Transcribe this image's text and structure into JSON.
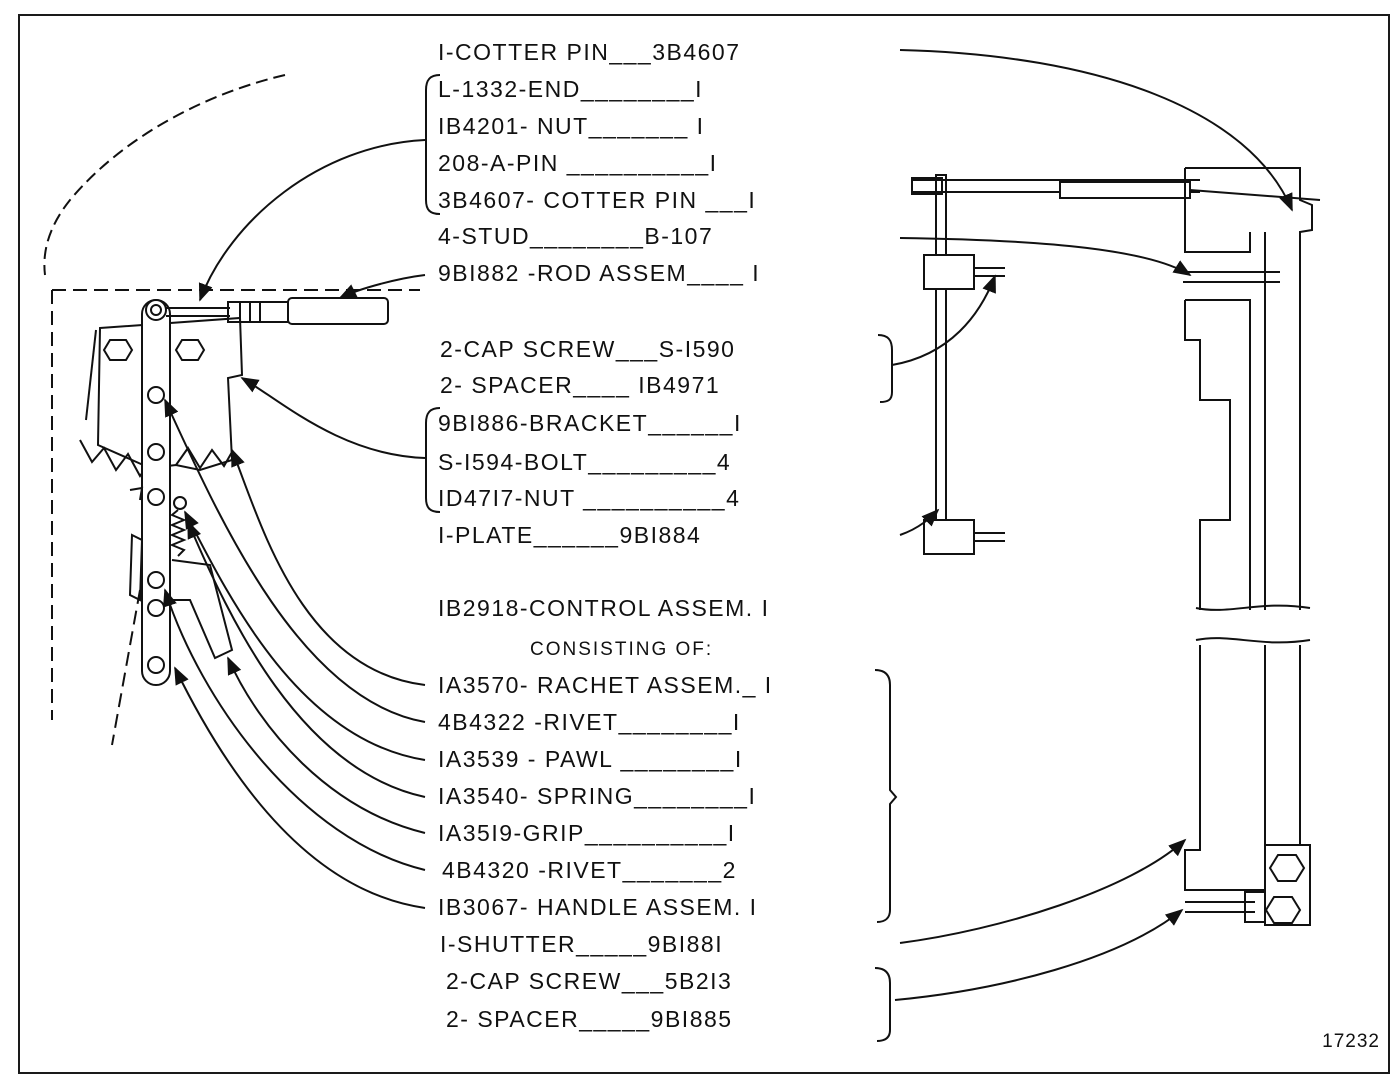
{
  "labels": {
    "cotter_pin_top": "I-COTTER PIN___3B4607",
    "end": "L-1332-END________I",
    "nut_1b4201": "IB4201- NUT_______ I",
    "pin_208a": "208-A-PIN __________I",
    "cotter_pin_3b4607": "3B4607- COTTER PIN ___I",
    "stud": "4-STUD________B-107",
    "rod_assem": "9BI882 -ROD ASSEM____ I",
    "cap_screw_s1590": "2-CAP SCREW___S-I590",
    "spacer_1b4971": "2- SPACER____ IB4971",
    "bracket": "9BI886-BRACKET______I",
    "bolt": "S-I594-BOLT_________4",
    "nut_1d4717": "ID47I7-NUT __________4",
    "plate": "I-PLATE______9BI884",
    "control_assem": "IB2918-CONTROL ASSEM. I",
    "consisting_of": "CONSISTING OF:",
    "rachet_assem": "IA3570- RACHET ASSEM._ I",
    "rivet_4b4322": "4B4322 -RIVET________I",
    "pawl": "IA3539 - PAWL ________I",
    "spring": "IA3540- SPRING________I",
    "grip": "IA35I9-GRIP__________I",
    "rivet_4b4320": "4B4320 -RIVET_______2",
    "handle_assem": "IB3067- HANDLE ASSEM. I",
    "shutter": "I-SHUTTER_____9BI88I",
    "cap_screw_5b213": "2-CAP SCREW___5B2I3",
    "spacer_9b1885": "2- SPACER_____9BI885"
  },
  "figure_number": "17232"
}
